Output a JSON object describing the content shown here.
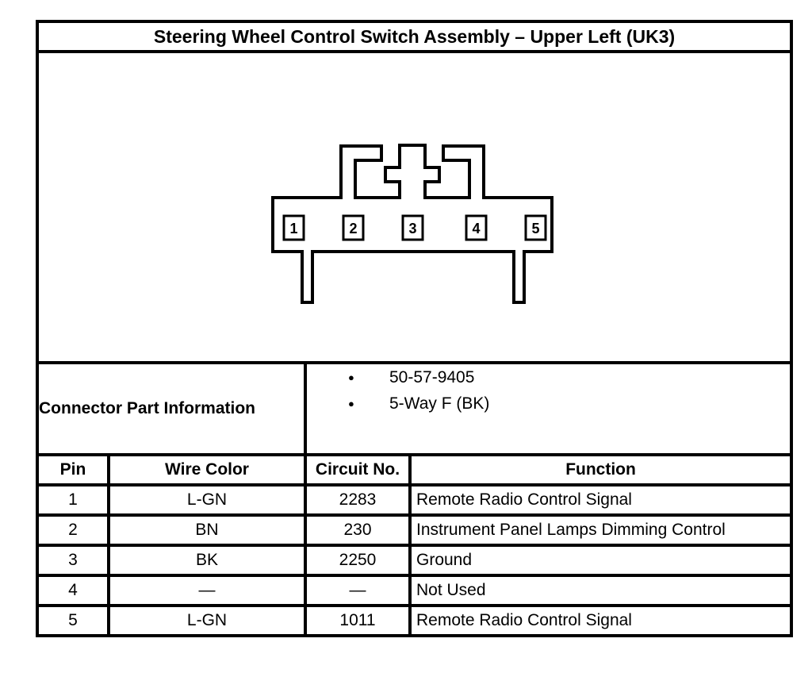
{
  "title": "Steering Wheel Control Switch Assembly – Upper Left (UK3)",
  "connector": {
    "pins": [
      "1",
      "2",
      "3",
      "4",
      "5"
    ]
  },
  "part_info": {
    "label": "Connector Part Information",
    "bullets": [
      "50-57-9405",
      "5-Way F (BK)"
    ]
  },
  "table": {
    "headers": [
      "Pin",
      "Wire Color",
      "Circuit No.",
      "Function"
    ],
    "rows": [
      [
        "1",
        "L-GN",
        "2283",
        "Remote Radio Control Signal"
      ],
      [
        "2",
        "BN",
        "230",
        "Instrument Panel Lamps Dimming Control"
      ],
      [
        "3",
        "BK",
        "2250",
        "Ground"
      ],
      [
        "4",
        "—",
        "—",
        "Not Used"
      ],
      [
        "5",
        "L-GN",
        "1011",
        "Remote Radio Control Signal"
      ]
    ]
  },
  "colors": {
    "line": "#000000",
    "background": "#ffffff"
  }
}
